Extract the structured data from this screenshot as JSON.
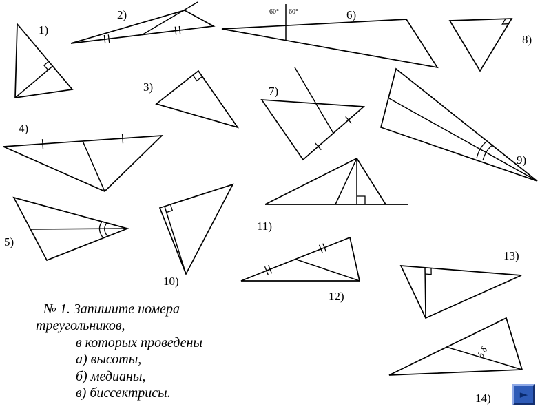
{
  "figures": [
    {
      "num": 1,
      "label": "1)",
      "mark": "right-angle-square-on-altitude"
    },
    {
      "num": 2,
      "label": "2)",
      "mark": "equal-segment-double-ticks"
    },
    {
      "num": 3,
      "label": "3)",
      "mark": "right-angle-square-at-vertex"
    },
    {
      "num": 4,
      "label": "4)",
      "mark": "equal-segment-single-ticks"
    },
    {
      "num": 5,
      "label": "5)",
      "mark": "equal-angle-arcs"
    },
    {
      "num": 6,
      "label": "6)",
      "mark": "angle-labels-60-degrees"
    },
    {
      "num": 7,
      "label": "7)",
      "mark": "equal-segment-single-ticks"
    },
    {
      "num": 8,
      "label": "8)",
      "mark": "right-angle-square-at-vertex"
    },
    {
      "num": 9,
      "label": "9)",
      "mark": "equal-angle-double-arcs"
    },
    {
      "num": 10,
      "label": "10)",
      "mark": "right-angle-square-on-altitude"
    },
    {
      "num": 11,
      "label": "11)",
      "mark": "right-angle-square-on-altitude"
    },
    {
      "num": 12,
      "label": "12)",
      "mark": "equal-segment-double-ticks"
    },
    {
      "num": 13,
      "label": "13)",
      "mark": "right-angle-square-on-altitude"
    },
    {
      "num": 14,
      "label": "14)",
      "mark": "equal-angle-delta-labels"
    }
  ],
  "annotations": {
    "fig6_left_angle": "60°",
    "fig6_right_angle": "60°",
    "fig14_deltas": "δ δ"
  },
  "task": {
    "lines": [
      "№ 1.  Запишите номера",
      "треугольников,",
      "в которых проведены",
      "а) высоты,",
      "б) медианы,",
      "в) биссектрисы."
    ]
  },
  "nav_button": {
    "icon": "►"
  },
  "colors": {
    "background": "#ffffff",
    "ink": "#000000",
    "button_face": "#2e5bb7",
    "button_bevel_light": "#8fa9e6",
    "button_bevel_dark": "#132f70",
    "button_arrow": "#0a2a6e"
  }
}
